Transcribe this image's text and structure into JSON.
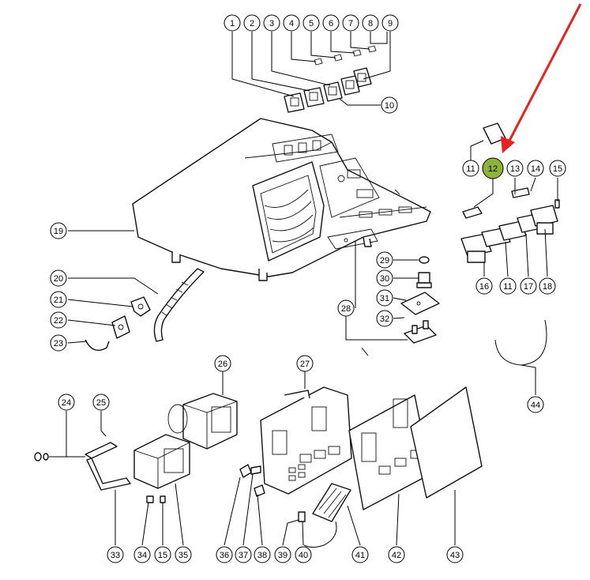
{
  "diagram": {
    "highlight_color": "#8db33a",
    "arrow_color": "#e8231f",
    "callouts": [
      "1",
      "2",
      "3",
      "4",
      "5",
      "6",
      "7",
      "8",
      "9",
      "10",
      "11",
      "12",
      "13",
      "14",
      "15",
      "16",
      "11",
      "17",
      "18",
      "19",
      "20",
      "21",
      "22",
      "23",
      "24",
      "25",
      "26",
      "27",
      "28",
      "29",
      "30",
      "31",
      "32",
      "33",
      "34",
      "15",
      "35",
      "36",
      "37",
      "38",
      "39",
      "40",
      "41",
      "42",
      "43",
      "44"
    ],
    "highlighted_callout": "12"
  }
}
